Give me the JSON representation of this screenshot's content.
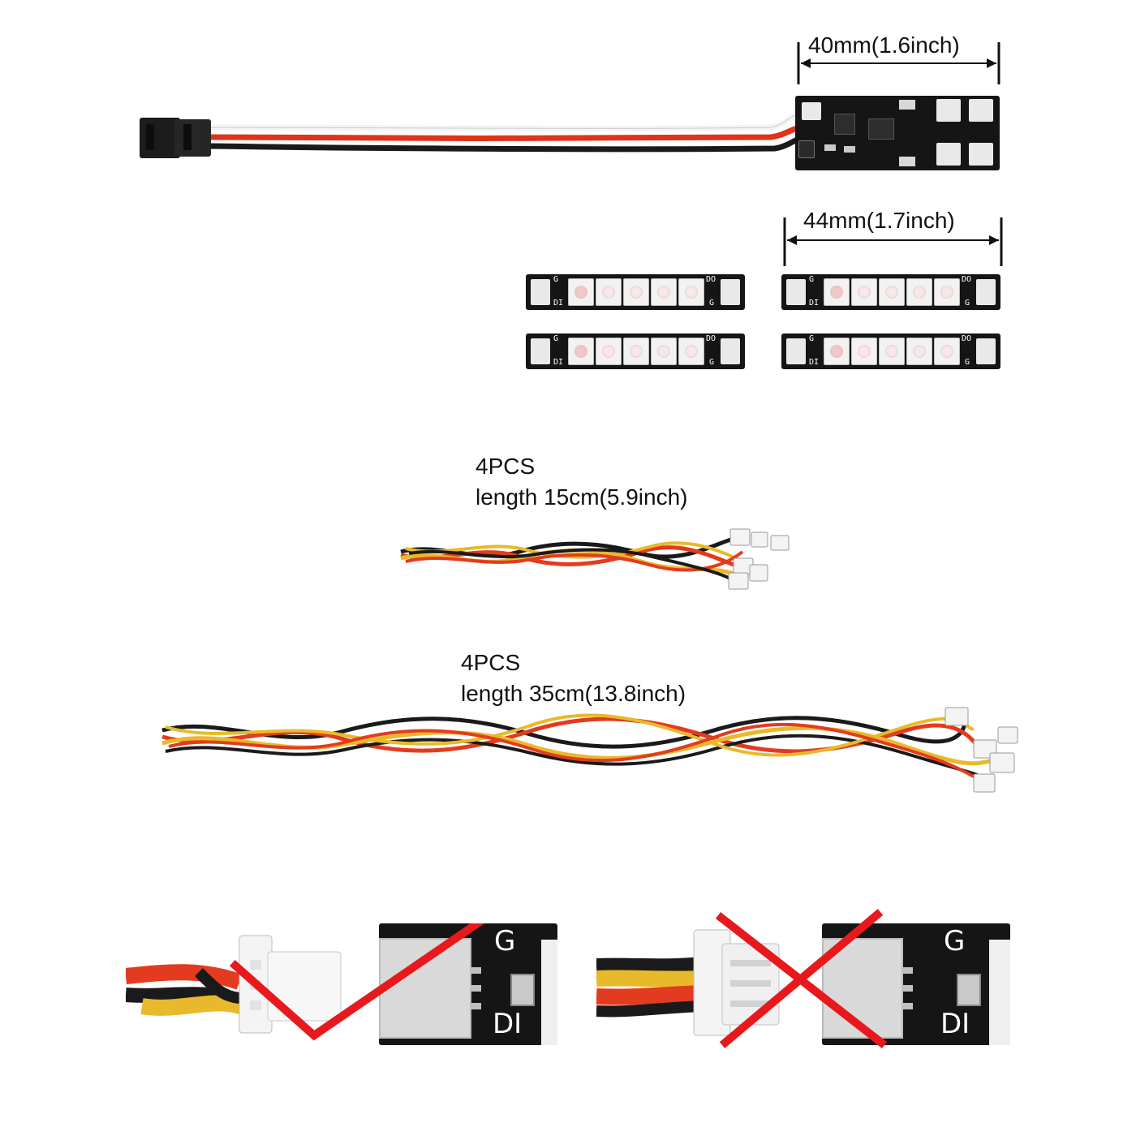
{
  "controller_dimension": "40mm(1.6inch)",
  "strip_dimension": "44mm(1.7inch)",
  "strip_silkscreen": {
    "ground": "G",
    "data_in": "DI",
    "data_out": "DO"
  },
  "short_cable": {
    "quantity": "4PCS",
    "length": "length 15cm(5.9inch)"
  },
  "long_cable": {
    "quantity": "4PCS",
    "length": "length 35cm(13.8inch)"
  },
  "connection_detail": {
    "pin_label_top": "G",
    "pin_label_bottom": "DI",
    "correct_mark_color": "#e8191c",
    "wrong_mark_color": "#e8191c"
  },
  "wire_colors": {
    "red": "#e33b1f",
    "yellow": "#e8b92a",
    "black": "#1a1a1a",
    "white": "#f4f4f4"
  }
}
